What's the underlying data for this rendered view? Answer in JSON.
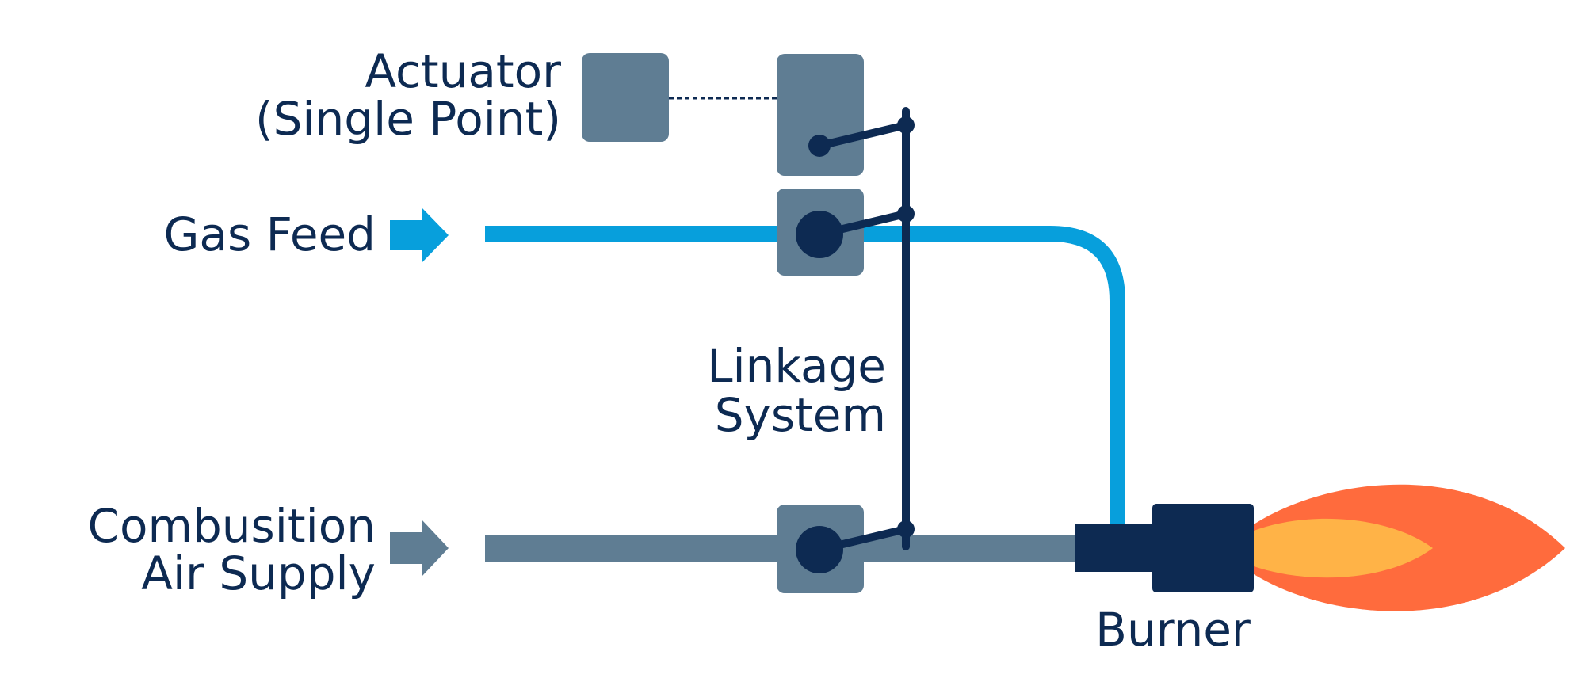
{
  "labels": {
    "actuator_line1": "Actuator",
    "actuator_line2": "(Single Point)",
    "gas_feed": "Gas Feed",
    "linkage_line1": "Linkage",
    "linkage_line2": "System",
    "air_line1": "Combusition",
    "air_line2": "Air Supply",
    "burner": "Burner"
  },
  "colors": {
    "navy": "#0d2a52",
    "gas_blue": "#079fdc",
    "slate": "#5f7d93",
    "flame_outer": "#ff6b3d",
    "flame_inner": "#ffb347"
  }
}
